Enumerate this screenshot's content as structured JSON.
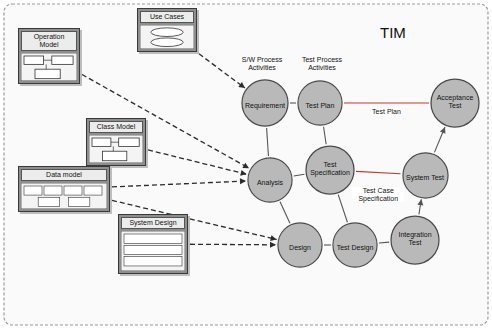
{
  "diagram": {
    "title": "TIM",
    "nodes": [
      {
        "text": [
          "Use Cases"
        ]
      },
      {
        "text": [
          "Operation Model"
        ]
      },
      {
        "text": [
          "Class Model"
        ]
      },
      {
        "text": [
          "Data model"
        ]
      },
      {
        "text": [
          "System Design"
        ]
      },
      {
        "text": [
          "Requirement"
        ]
      },
      {
        "text": [
          "Test Plan"
        ]
      },
      {
        "text": [
          "Acceptance Test"
        ]
      },
      {
        "text": [
          "Analysis"
        ]
      },
      {
        "text": [
          "Test Specification"
        ]
      },
      {
        "text": [
          "System Test"
        ]
      },
      {
        "text": [
          "Design"
        ]
      },
      {
        "text": [
          "Test Design"
        ]
      },
      {
        "text": [
          "Integration Test"
        ]
      }
    ],
    "edges": [
      {
        "from": 0,
        "to": 5,
        "arrow": "to"
      },
      {
        "from": 1,
        "to": 8,
        "arrow": "to"
      },
      {
        "from": 2,
        "to": 8,
        "arrow": "to"
      },
      {
        "from": 3,
        "to": 8,
        "arrow": "to"
      },
      {
        "from": 3,
        "to": 11,
        "arrow": "to"
      },
      {
        "from": 4,
        "to": 11,
        "arrow": "to"
      },
      {
        "from": 5,
        "to": 6,
        "arrow": "none"
      },
      {
        "from": 6,
        "to": 7,
        "label": "Test Plan",
        "arrow": "none"
      },
      {
        "from": 5,
        "to": 8,
        "arrow": "none"
      },
      {
        "from": 8,
        "to": 11,
        "arrow": "none"
      },
      {
        "from": 6,
        "to": 9,
        "arrow": "none"
      },
      {
        "from": 9,
        "to": 12,
        "arrow": "none"
      },
      {
        "from": 8,
        "to": 9,
        "arrow": "none"
      },
      {
        "from": 9,
        "to": 10,
        "label": "Test Case Specification",
        "arrow": "none"
      },
      {
        "from": 11,
        "to": 12,
        "arrow": "none"
      },
      {
        "from": 12,
        "to": 13,
        "arrow": "none"
      },
      {
        "from": 13,
        "to": 10,
        "arrow": "to"
      },
      {
        "from": 10,
        "to": 7,
        "arrow": "to"
      }
    ],
    "labels": [
      "S/W Process Activities",
      "Test Process Activities"
    ]
  }
}
